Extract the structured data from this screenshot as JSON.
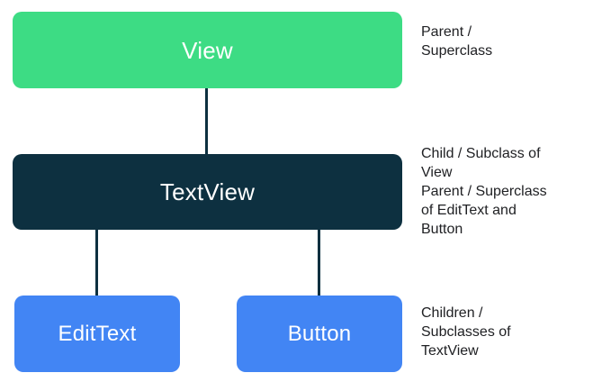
{
  "diagram": {
    "type": "class-hierarchy-tree",
    "background_color": "#FFFFFF",
    "nodes": [
      {
        "id": "view",
        "label": "View",
        "color": "#3DDC84",
        "text_color": "#FFFFFF",
        "level": 0
      },
      {
        "id": "textview",
        "label": "TextView",
        "color": "#0D3040",
        "text_color": "#FFFFFF",
        "level": 1
      },
      {
        "id": "edittext",
        "label": "EditText",
        "color": "#4285F4",
        "text_color": "#FFFFFF",
        "level": 2
      },
      {
        "id": "button",
        "label": "Button",
        "color": "#4285F4",
        "text_color": "#FFFFFF",
        "level": 2
      }
    ],
    "edges": [
      {
        "from": "view",
        "to": "textview",
        "color": "#0D3040"
      },
      {
        "from": "textview",
        "to": "edittext",
        "color": "#0D3040"
      },
      {
        "from": "textview",
        "to": "button",
        "color": "#0D3040"
      }
    ],
    "annotations": [
      {
        "id": "view-annotation",
        "for": "view",
        "text": "Parent /\nSuperclass",
        "text_color": "#202124"
      },
      {
        "id": "textview-annotation",
        "for": "textview",
        "text": "Child / Subclass of\nView\nParent / Superclass\nof EditText and\nButton",
        "text_color": "#202124"
      },
      {
        "id": "leaves-annotation",
        "for": "edittext,button",
        "text": "Children /\nSubclasses of\nTextView",
        "text_color": "#202124"
      }
    ]
  }
}
